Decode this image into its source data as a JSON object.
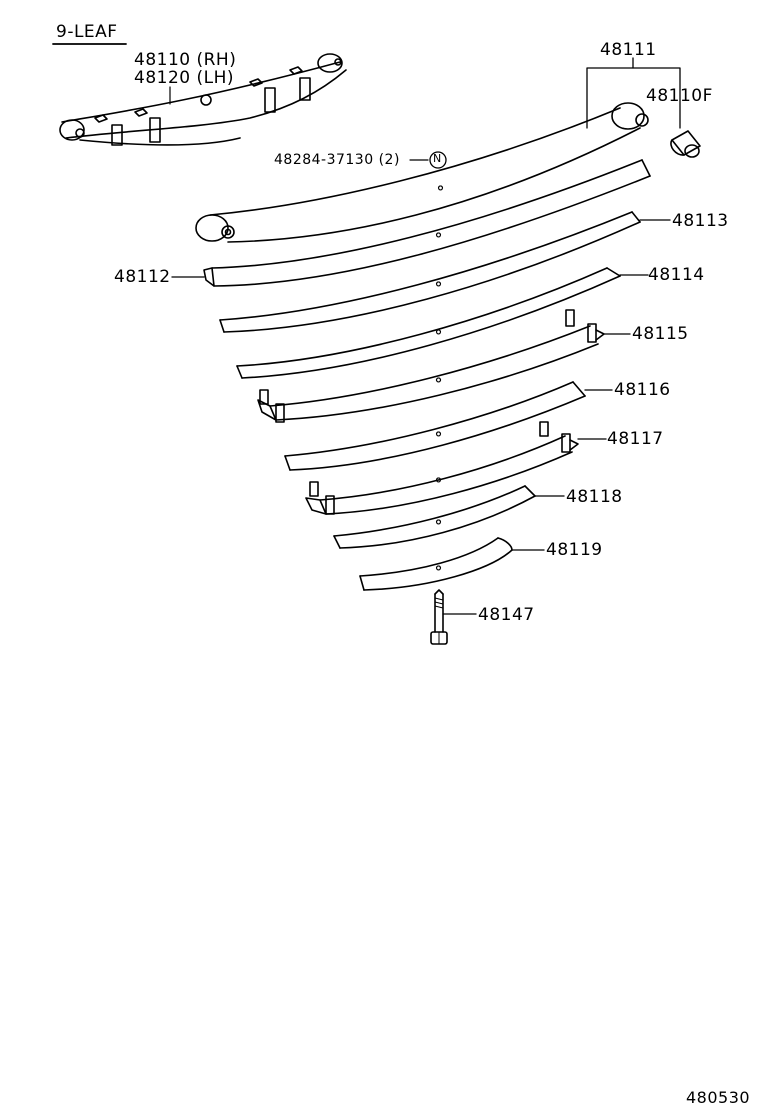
{
  "diagram": {
    "variant_label": "9-LEAF",
    "assembly": {
      "rh_part": "48110 (RH)",
      "lh_part": "48120 (LH)"
    },
    "bolt_note": {
      "part": "48284-37130 (2)",
      "symbol": "N"
    },
    "callouts": {
      "main_leaf": "48111",
      "bushing": "48110F",
      "leaf_2": "48112",
      "leaf_3": "48113",
      "leaf_4": "48114",
      "leaf_5_clip": "48115",
      "leaf_6": "48116",
      "leaf_7_clip": "48117",
      "leaf_8": "48118",
      "leaf_9": "48119",
      "center_bolt": "48147"
    },
    "figure_number": "480530"
  }
}
